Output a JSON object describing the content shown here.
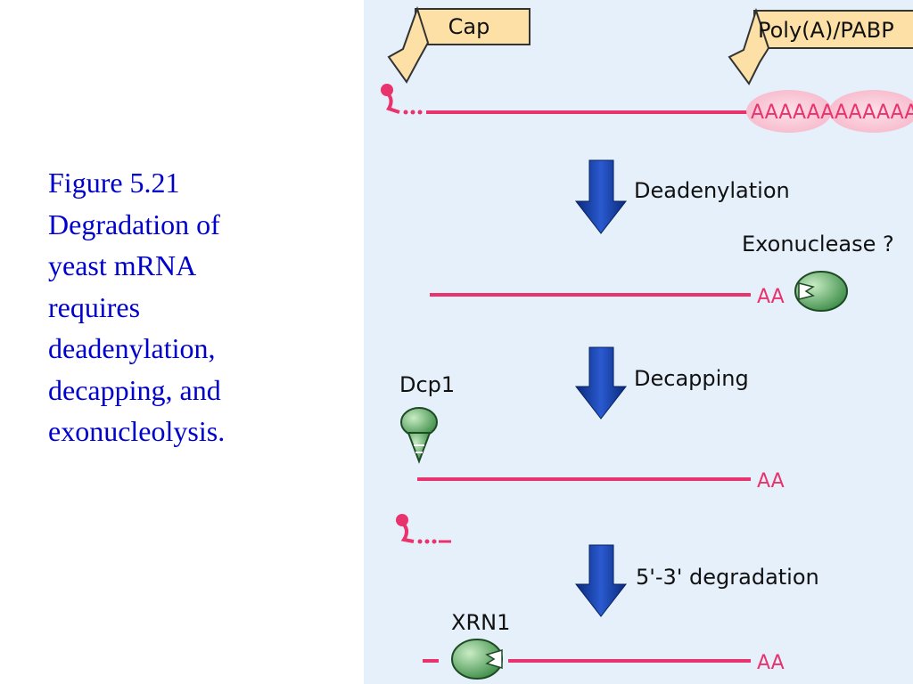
{
  "caption": {
    "lines": [
      "Figure 5.21",
      "Degradation of",
      "yeast mRNA",
      "requires",
      "deadenylation,",
      "decapping, and",
      "exonucleolysis."
    ]
  },
  "diagram": {
    "cap_label": "Cap",
    "polya_label": "Poly(A)/PABP",
    "polya_tail": "AAAAAAAAAAAAAA",
    "steps": [
      {
        "label": "Deadenylation"
      },
      {
        "label": "Decapping"
      },
      {
        "label": "5'-3' degradation"
      }
    ],
    "exonuclease_label": "Exonuclease ?",
    "dcp1_label": "Dcp1",
    "xrn1_label": "XRN1",
    "short_tail": "AA"
  },
  "colors": {
    "caption_text": "#0000cc",
    "panel_bg": "#e6f0fb",
    "mrna": "#e8336d",
    "arrow": "#0a3a9a",
    "callout_fill": "#fce0a6",
    "enzyme": "#6db56b"
  }
}
